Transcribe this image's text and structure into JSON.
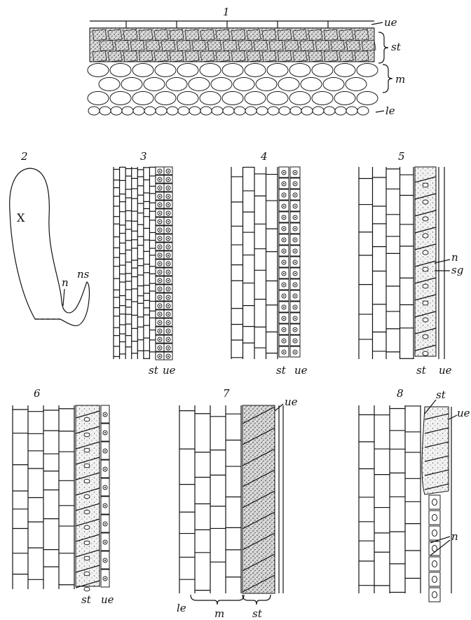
{
  "figure_numbers": [
    "1",
    "2",
    "3",
    "4",
    "5",
    "6",
    "7",
    "8"
  ],
  "labels": {
    "fig1": {
      "ue": "ue",
      "st": "st",
      "m": "m",
      "le": "le"
    },
    "fig2": {
      "x": "X",
      "n": "n",
      "ns": "ns"
    },
    "fig3": {
      "st": "st",
      "ue": "ue"
    },
    "fig4": {
      "st": "st",
      "ue": "ue"
    },
    "fig5": {
      "n": "n",
      "sg": "sg",
      "st": "st",
      "ue": "ue"
    },
    "fig6": {
      "st": "st",
      "ue": "ue"
    },
    "fig7": {
      "ue": "ue",
      "le": "le",
      "m": "m",
      "st": "st"
    },
    "fig8": {
      "st": "st",
      "ue": "ue",
      "n": "n"
    }
  },
  "colors": {
    "ink": "#111111",
    "paper": "#ffffff",
    "stipple": "#1a1a1a"
  }
}
